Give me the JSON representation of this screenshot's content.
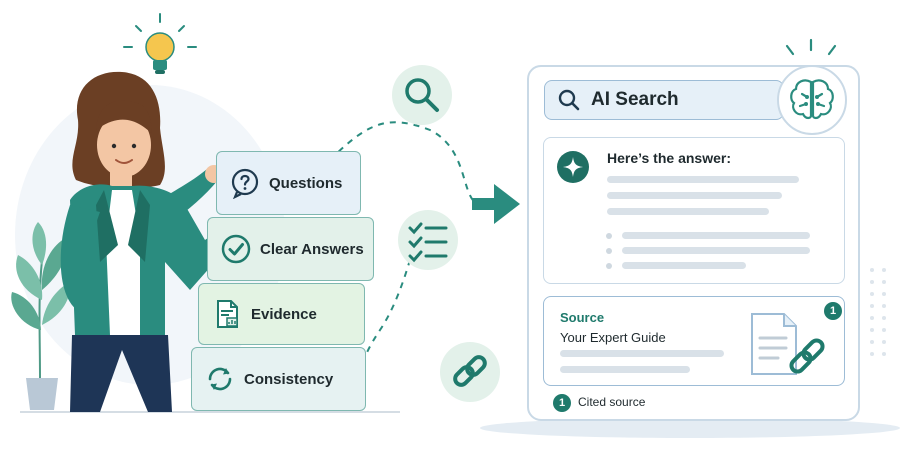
{
  "blocks": {
    "questions": "Questions",
    "clear_answers": "Clear Answers",
    "evidence": "Evidence",
    "consistency": "Consistency"
  },
  "search": {
    "title": "AI Search"
  },
  "answer": {
    "heading": "Here’s the answer:"
  },
  "source": {
    "label": "Source",
    "name": "Your Expert Guide",
    "badge": "1"
  },
  "footer": {
    "badge": "1",
    "text": "Cited source"
  },
  "colors": {
    "teal": "#2a8c7f",
    "dark_teal": "#1f6f63",
    "light_blue": "#e6f0f8",
    "light_green": "#e3f1ea",
    "skin": "#f3c6a4",
    "hair": "#6b3f24",
    "navy": "#1e3556",
    "bulb": "#f5c64e"
  },
  "icons": [
    "lightbulb-icon",
    "magnifier-icon",
    "checklist-icon",
    "chain-link-icon",
    "arrow-right-icon",
    "brain-icon",
    "sparkle-icon",
    "question-bubble-icon",
    "check-circle-icon",
    "document-chart-icon",
    "refresh-cycle-icon",
    "document-link-icon"
  ]
}
